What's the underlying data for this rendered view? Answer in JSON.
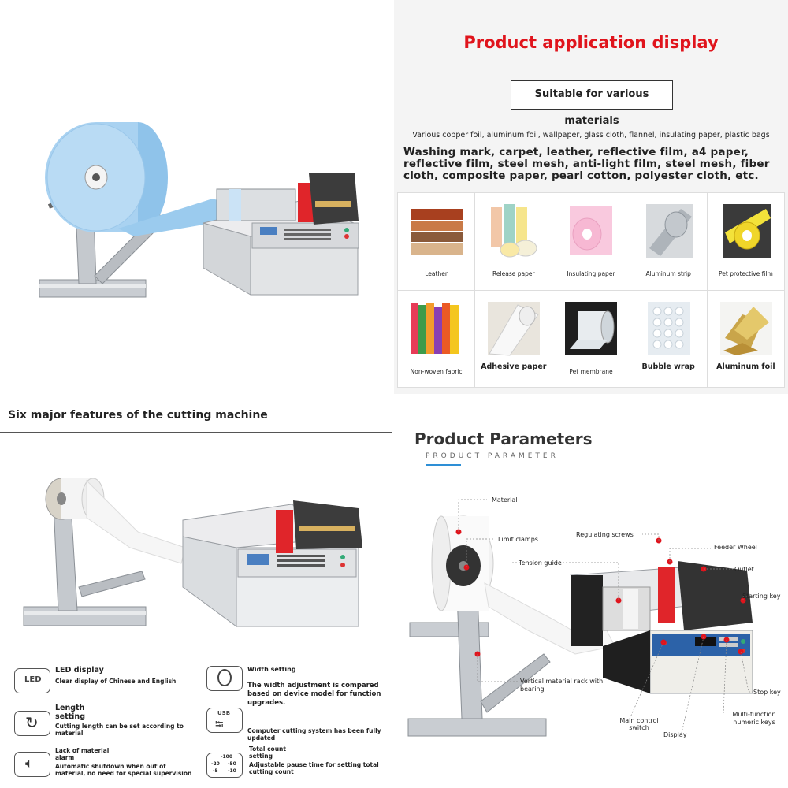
{
  "application": {
    "title": "Product application display",
    "box_label": "Suitable for various materials",
    "line1": "Various copper foil, aluminum foil, wallpaper, glass cloth, flannel, insulating paper, plastic bags",
    "line2": "Washing mark, carpet, leather, reflective film, a4 paper, reflective film, steel mesh, anti-light film, steel mesh, fiber cloth, composite paper, pearl cotton, polyester cloth, etc.",
    "materials": [
      {
        "label": "Leather"
      },
      {
        "label": "Release paper"
      },
      {
        "label": "Insulating paper"
      },
      {
        "label": "Aluminum strip"
      },
      {
        "label": "Pet protective film"
      },
      {
        "label": "Non-woven fabric"
      },
      {
        "label": "Adhesive paper"
      },
      {
        "label": "Pet membrane"
      },
      {
        "label": "Bubble wrap"
      },
      {
        "label": "Aluminum foil"
      }
    ]
  },
  "features": {
    "title": "Six major features of the cutting machine",
    "items": [
      {
        "title": "LED display",
        "desc": "Clear display of Chinese and English"
      },
      {
        "title": "Length setting",
        "desc": "Cutting length can be set according to material"
      },
      {
        "title": "Lack of material alarm",
        "desc": "Automatic shutdown when out of material, no need for special supervision"
      },
      {
        "title": "Width setting",
        "desc": "The width adjustment is compared based on device model for function upgrades."
      },
      {
        "title": "",
        "desc": "Computer cutting system has been fully updated"
      },
      {
        "title": "Total count setting",
        "desc": "Adjustable pause time for setting total cutting count"
      }
    ],
    "icon_text": {
      "led": "LED",
      "usb": "USB",
      "counter": [
        "-100",
        "-20",
        "-50",
        "-5",
        "-10"
      ]
    }
  },
  "parameters": {
    "title": "Product Parameters",
    "subtitle": "PRODUCT PARAMETER",
    "callouts": {
      "material": "Material",
      "limit_clamps": "Limit clamps",
      "regulating_screws": "Regulating screws",
      "feeder_wheel": "Feeder Wheel",
      "tension_guide": "Tension guide",
      "outlet": "Outlet",
      "starting_key": "Starting key",
      "vertical_rack": "Vertical material rack with bearing",
      "stop_key": "Stop key",
      "main_switch": "Main control switch",
      "display": "Display",
      "numeric_keys": "Multi-function numeric keys"
    }
  },
  "colors": {
    "accent_red": "#e0141c",
    "accent_blue": "#2e8fd6",
    "roll_blue": "#8fc3ea",
    "roller_red": "#e0252a"
  }
}
